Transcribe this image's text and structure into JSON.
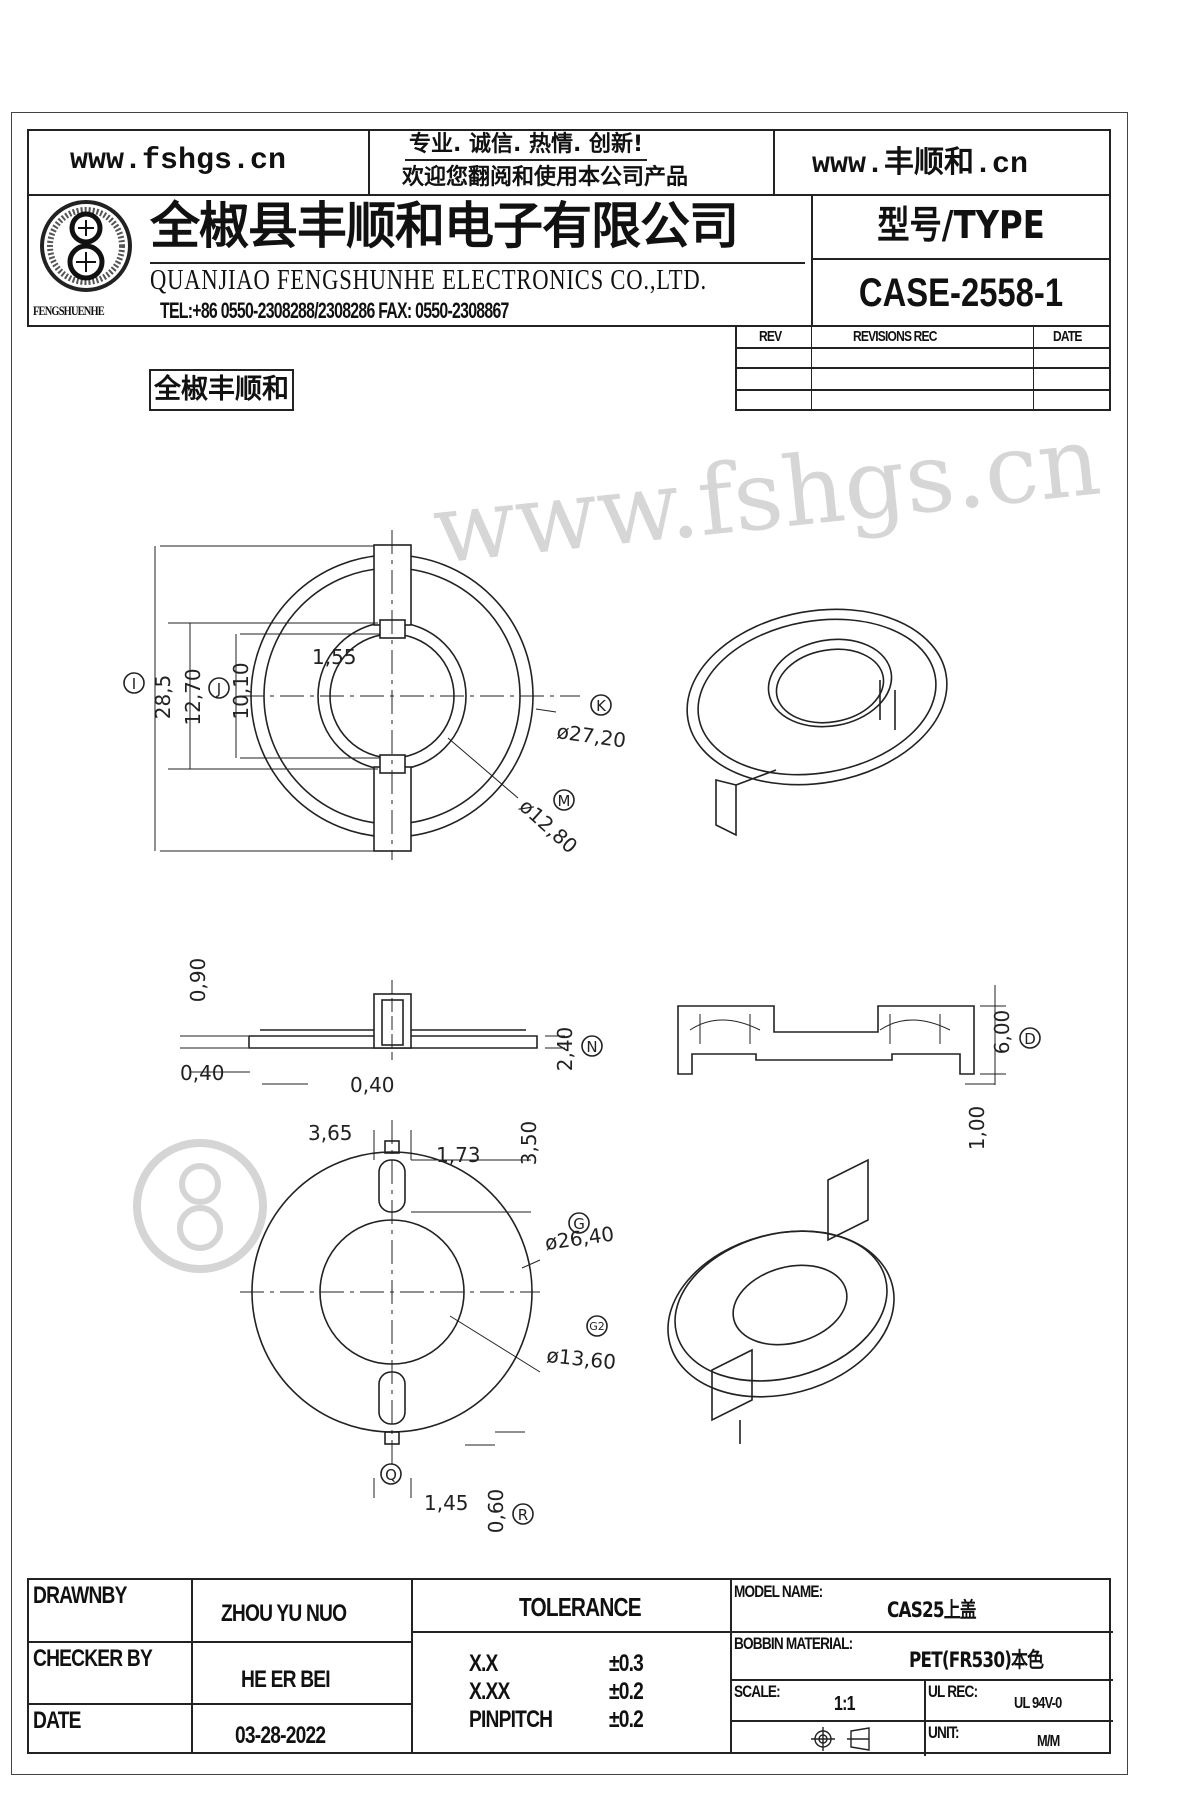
{
  "header": {
    "site_left": "www.fshgs.cn",
    "slogan": "专业. 诚信. 热情. 创新!",
    "welcome": "欢迎您翻阅和使用本公司产品",
    "site_right": "www.丰顺和.cn",
    "company_cn": "全椒县丰顺和电子有限公司",
    "company_en": "QUANJIAO FENGSHUNHE ELECTRONICS CO.,LTD.",
    "contact": "TEL:+86 0550-2308288/2308286 FAX: 0550-2308867",
    "logo_text": "FENGSHUENHE",
    "type_label": "型号/TYPE",
    "type_value": "CASE-2558-1"
  },
  "revisions": {
    "headers": [
      "REV",
      "REVISIONS REC",
      "DATE"
    ]
  },
  "stamp": "全椒丰顺和",
  "watermark": "www.fshgs.cn",
  "dimensions": {
    "d_I": "28,5",
    "c_I": "I",
    "d_J12": "12,70",
    "c_J": "J",
    "d_J10": "10,10",
    "d_155": "1,55",
    "c_K": "K",
    "d_K": "ø27,20",
    "c_M": "M",
    "d_M": "ø12,80",
    "d_090": "0,90",
    "d_040a": "0,40",
    "d_040b": "0,40",
    "d_240": "2,40",
    "c_N": "N",
    "d_600": "6,00",
    "c_D": "D",
    "d_100": "1,00",
    "d_365": "3,65",
    "d_173": "1,73",
    "d_350": "3,50",
    "c_G": "G",
    "d_G": "ø26,40",
    "c_G2": "G2",
    "d_G2": "ø13,60",
    "c_Q": "Q",
    "d_145": "1,45",
    "d_060": "0,60",
    "c_R": "R"
  },
  "footer": {
    "drawn_label": "DRAWNBY",
    "drawn_value": "ZHOU YU NUO",
    "checker_label": "CHECKER BY",
    "checker_value": "HE ER BEI",
    "date_label": "DATE",
    "date_value": "03-28-2022",
    "tolerance_label": "TOLERANCE",
    "tolerances": [
      {
        "k": "X.X",
        "v": "±0.3"
      },
      {
        "k": "X.XX",
        "v": "±0.2"
      },
      {
        "k": "PINPITCH",
        "v": "±0.2"
      }
    ],
    "model_label": "MODEL NAME:",
    "model_value": "CAS25上盖",
    "material_label": "BOBBIN MATERIAL:",
    "material_value": "PET(FR530)本色",
    "scale_label": "SCALE:",
    "scale_value": "1:1",
    "ul_label": "UL REC:",
    "ul_value": "UL 94V-0",
    "unit_label": "UNIT:",
    "unit_value": "M/M"
  }
}
